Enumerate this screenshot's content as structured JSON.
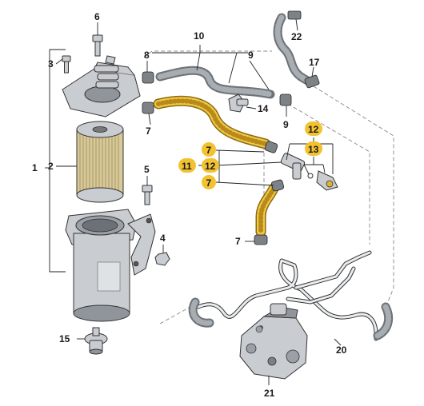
{
  "callouts": {
    "c1": "1",
    "c2": "2",
    "c3": "3",
    "c4": "4",
    "c5": "5",
    "c6": "6",
    "c7a": "7",
    "c7b": "7",
    "c7c": "7",
    "c7d": "7",
    "c8": "8",
    "c9a": "9",
    "c9b": "9",
    "c10": "10",
    "c11": "11",
    "c12a": "12",
    "c12b": "12",
    "c13": "13",
    "c14": "14",
    "c15": "15",
    "c17": "17",
    "c20": "20",
    "c21": "21",
    "c22": "22"
  },
  "colors": {
    "highlight_badge": "#f2c230",
    "highlight_hose": "#f1c744",
    "part_metal": "#c9ccd0",
    "leader_line": "#222222"
  }
}
